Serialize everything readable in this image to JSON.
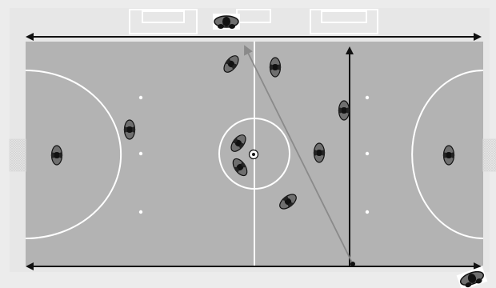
{
  "diagram": {
    "title": "",
    "colors": {
      "background": "#ececec",
      "pitch": "#b3b3b3",
      "lines": "#ffffff",
      "arrow_dark": "#111111",
      "arrow_gray": "#8a8a8a",
      "player": "#6f6f6f",
      "player_outline": "#111111"
    },
    "elements": {
      "pitch": "futsal-pitch",
      "center_circle": "center-circle",
      "halfway_line": "halfway-line",
      "left_penalty_area": "left-penalty-arc",
      "right_penalty_area": "right-penalty-arc",
      "left_goal": "left-goal-net",
      "right_goal": "right-goal-net",
      "ball": "ball-icon"
    },
    "players": [
      {
        "id": "player-1",
        "orientation": "vertical"
      },
      {
        "id": "player-2",
        "orientation": "vertical"
      },
      {
        "id": "player-3",
        "orientation": "diagonal"
      },
      {
        "id": "player-4",
        "orientation": "vertical"
      },
      {
        "id": "player-5",
        "orientation": "diagonal"
      },
      {
        "id": "player-6",
        "orientation": "diagonal"
      },
      {
        "id": "player-7",
        "orientation": "vertical"
      },
      {
        "id": "player-8",
        "orientation": "vertical"
      },
      {
        "id": "player-9",
        "orientation": "diagonal"
      },
      {
        "id": "player-10",
        "orientation": "vertical"
      },
      {
        "id": "player-top-outside",
        "orientation": "horizontal"
      },
      {
        "id": "player-bottom-outside",
        "orientation": "diagonal"
      }
    ],
    "arrows": [
      {
        "id": "arrow-top-width",
        "type": "double-headed",
        "color": "dark"
      },
      {
        "id": "arrow-bottom-width",
        "type": "double-headed",
        "color": "dark"
      },
      {
        "id": "arrow-vertical-run",
        "type": "single-headed",
        "color": "dark"
      },
      {
        "id": "arrow-diagonal-pass",
        "type": "single-headed",
        "color": "gray"
      }
    ]
  }
}
